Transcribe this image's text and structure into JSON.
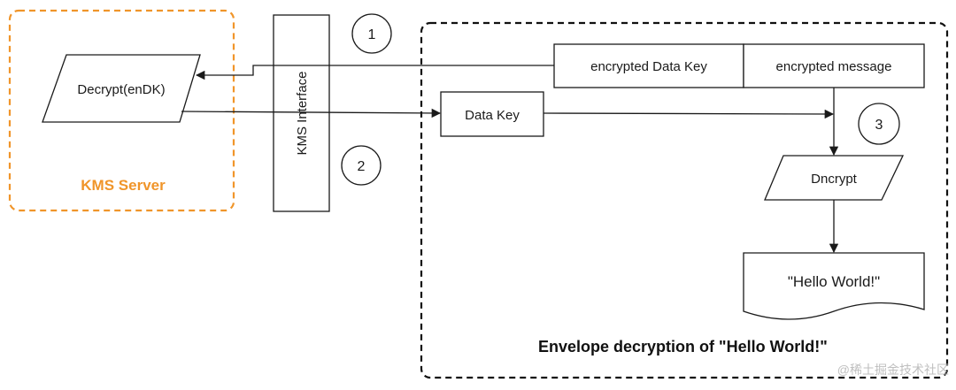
{
  "kms_server": {
    "title": "KMS Server",
    "decrypt_label": "Decrypt(enDK)",
    "border_color": "#f0952a"
  },
  "kms_interface": {
    "label": "KMS Interface"
  },
  "steps": [
    "1",
    "2",
    "3"
  ],
  "envelope": {
    "title": "Envelope decryption of \"Hello World!\"",
    "encrypted_data_key": "encrypted Data Key",
    "encrypted_message": "encrypted message",
    "data_key": "Data Key",
    "decrypt_label": "Dncrypt",
    "output": "\"Hello World!\""
  },
  "watermark": "@稀土掘金技术社区"
}
